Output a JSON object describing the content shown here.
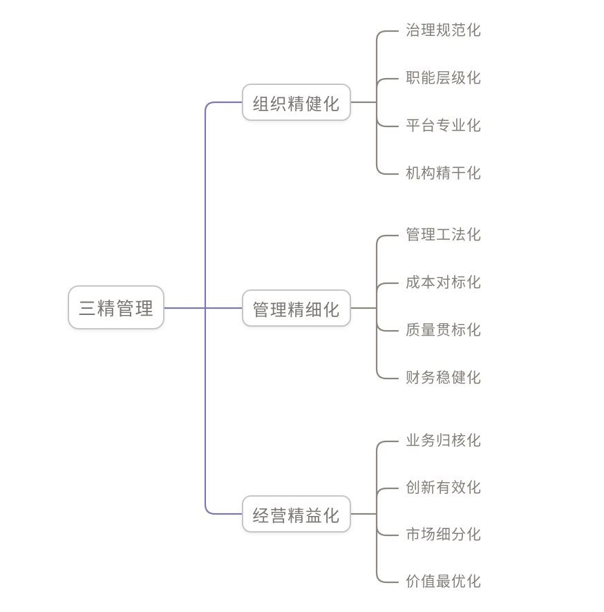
{
  "root": {
    "label": "三精管理"
  },
  "branches": [
    {
      "label": "组织精健化",
      "children": [
        "治理规范化",
        "职能层级化",
        "平台专业化",
        "机构精干化"
      ]
    },
    {
      "label": "管理精细化",
      "children": [
        "管理工法化",
        "成本对标化",
        "质量贯标化",
        "财务稳健化"
      ]
    },
    {
      "label": "经营精益化",
      "children": [
        "业务归核化",
        "创新有效化",
        "市场细分化",
        "价值最优化"
      ]
    }
  ],
  "colors": {
    "primary_connector": "#7e77b5",
    "child_connector": "#8a8681",
    "node_border": "#c7c6c4",
    "node_text": "#787672",
    "child_text": "#83807b",
    "background": "#ffffff"
  }
}
